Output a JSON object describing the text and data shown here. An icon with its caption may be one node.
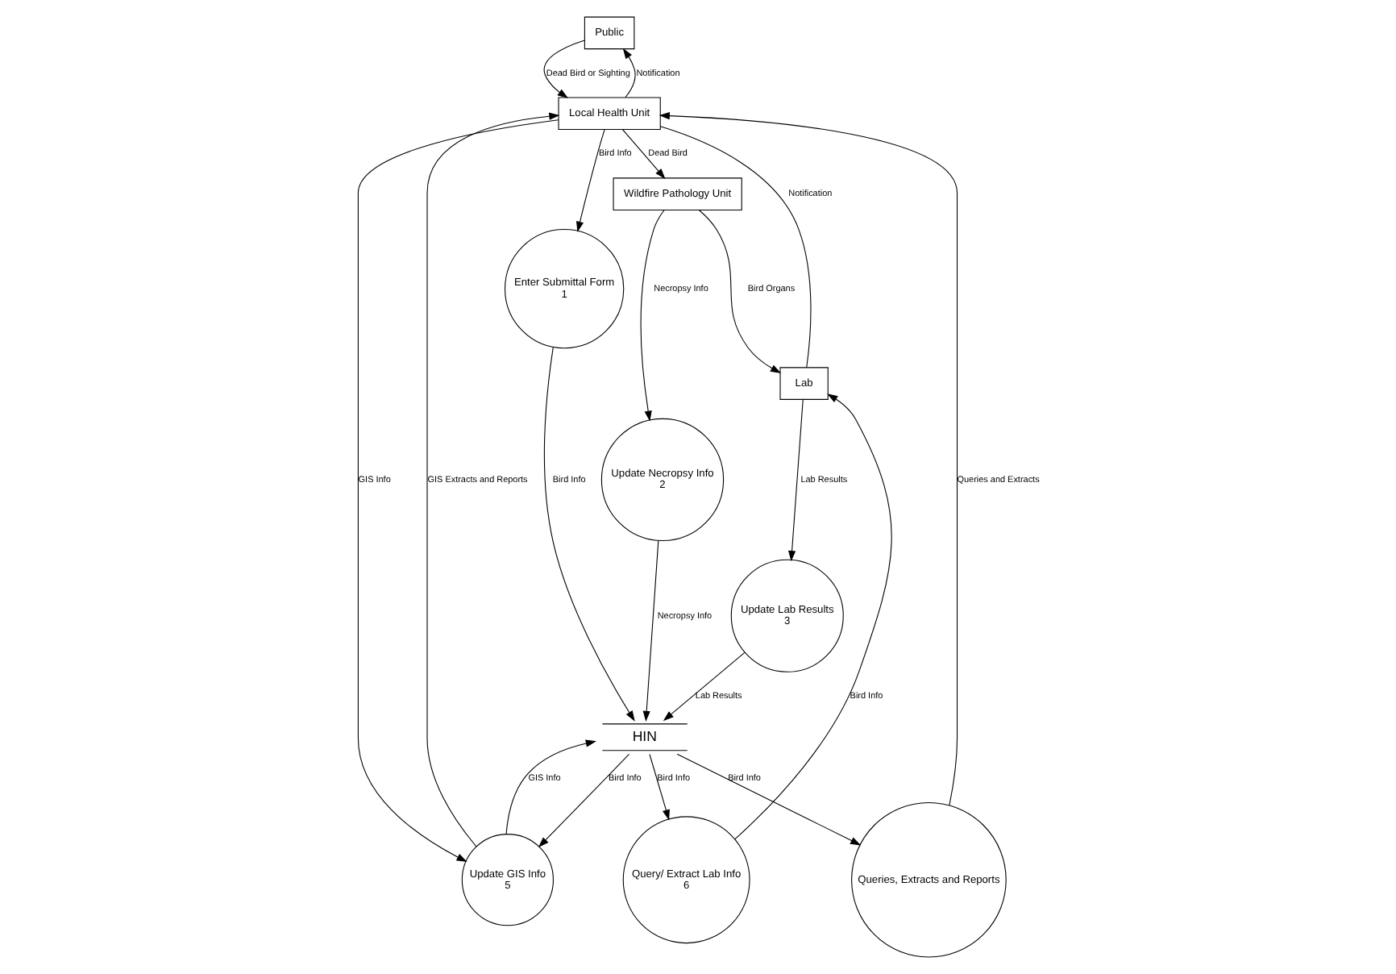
{
  "diagram": {
    "nodes": [
      {
        "text": [
          "Public"
        ]
      },
      {
        "text": [
          "Wildfire Pathology Unit"
        ]
      },
      {
        "text": [
          "Local Health Unit"
        ]
      },
      {
        "text": [
          "Update GIS Info",
          "5"
        ]
      },
      {
        "text": [
          "Update Necropsy Info",
          "2"
        ]
      },
      {
        "text": [
          "Enter Submittal Form",
          "1"
        ]
      },
      {
        "text": [
          "Lab"
        ]
      },
      {
        "text": [
          "HIN"
        ]
      },
      {
        "text": [
          "Query/ Extract Lab Info",
          "6"
        ]
      },
      {
        "text": [
          "Queries, Extracts and Reports"
        ]
      },
      {
        "text": [
          "Update Lab Results",
          "3"
        ]
      }
    ],
    "edges": [
      {
        "from": 0,
        "to": 2,
        "label": "Dead Bird or Sighting",
        "arrow": "to"
      },
      {
        "from": 2,
        "to": 0,
        "label": "Notification",
        "arrow": "to"
      },
      {
        "from": 2,
        "to": 1,
        "label": "Dead Bird",
        "arrow": "to"
      },
      {
        "from": 1,
        "to": 4,
        "label": "Necropsy Info",
        "arrow": "to"
      },
      {
        "from": 2,
        "to": 6,
        "label": "Notification",
        "arrow": "none"
      },
      {
        "from": 1,
        "to": 6,
        "label": "Bird Organs",
        "arrow": "to"
      },
      {
        "from": 3,
        "to": 2,
        "label": "GIS Extracts and Reports",
        "arrow": "to"
      },
      {
        "from": 2,
        "to": 3,
        "label": "GIS Info",
        "arrow": "to"
      },
      {
        "from": 2,
        "to": 5,
        "label": "Bird Info",
        "arrow": "to"
      },
      {
        "from": 3,
        "to": 7,
        "label": "GIS Info",
        "arrow": "to"
      },
      {
        "from": 7,
        "to": 3,
        "label": "Bird Info",
        "arrow": "to"
      },
      {
        "from": 4,
        "to": 7,
        "label": "Necropsy Info",
        "arrow": "to"
      },
      {
        "from": 5,
        "to": 7,
        "label": "Bird Info",
        "arrow": "to"
      },
      {
        "from": 7,
        "to": 8,
        "label": "Bird Info",
        "arrow": "to"
      },
      {
        "from": 8,
        "to": 6,
        "label": "Bird Info",
        "arrow": "to"
      },
      {
        "from": 6,
        "to": 10,
        "label": "Lab Results",
        "arrow": "to"
      },
      {
        "from": 10,
        "to": 7,
        "label": "Lab Results",
        "arrow": "to"
      },
      {
        "from": 7,
        "to": 9,
        "label": "Bird Info",
        "arrow": "to"
      },
      {
        "from": 9,
        "to": 2,
        "label": "Queries and Extracts",
        "arrow": "to"
      }
    ]
  }
}
